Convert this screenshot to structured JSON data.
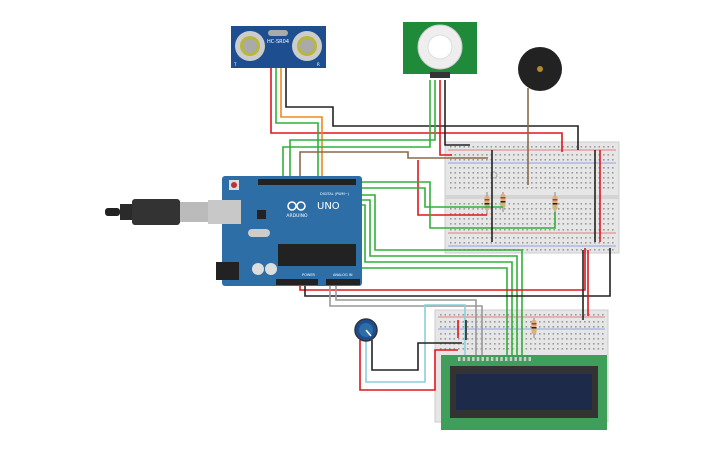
{
  "ultrasonic": {
    "model": "HC-SR04",
    "left_label": "T",
    "right_label": "R"
  },
  "arduino": {
    "brand": "ARDUINO",
    "model": "UNO",
    "digital_label": "DIGITAL (PWM~)",
    "power_label": "POWER",
    "analog_label": "ANALOG IN"
  },
  "colors": {
    "board_blue": "#2e6ea6",
    "breadboard": "#e8e8e8",
    "lcd_green": "#3e9e5a",
    "lcd_screen": "#1e2a4a",
    "wire_red": "#e0161c",
    "wire_black": "#222222",
    "wire_green": "#32b03a",
    "wire_orange": "#f08a1c",
    "wire_brown": "#8a6a4a",
    "wire_gray": "#999999",
    "wire_teal": "#8ccfd8"
  }
}
